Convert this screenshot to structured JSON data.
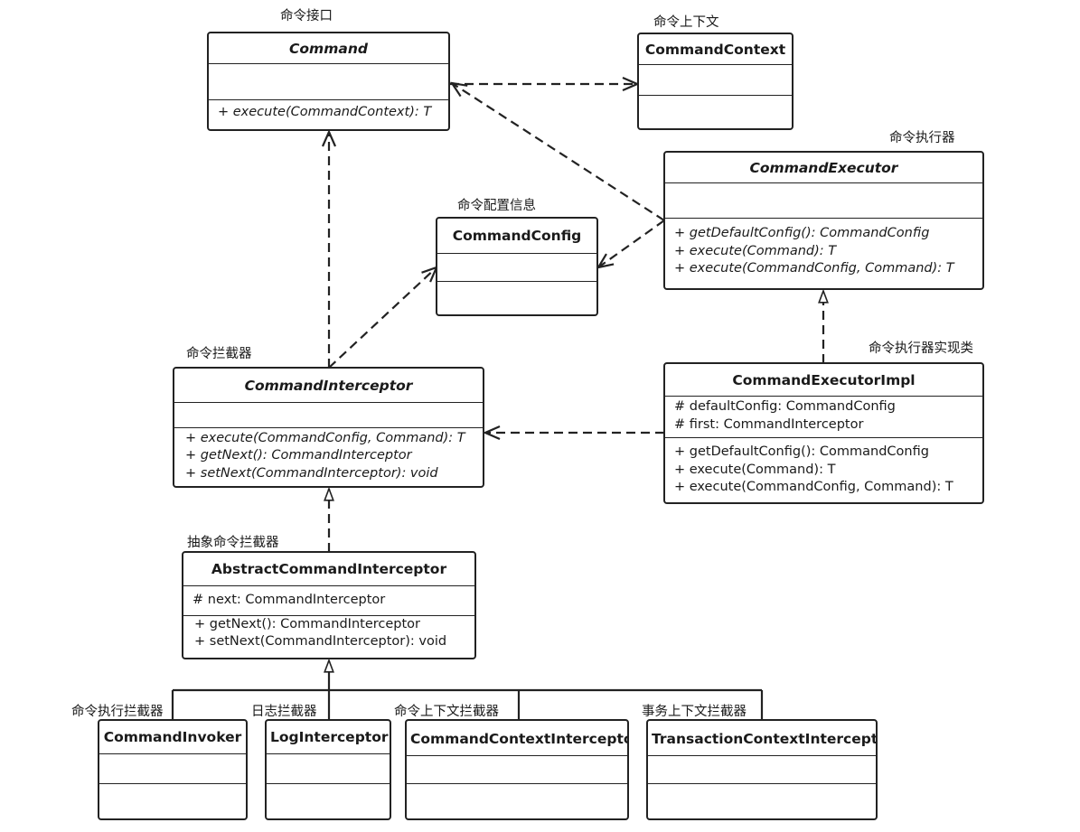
{
  "classes": {
    "command": {
      "name": "Command",
      "annotation": "命令接口",
      "attributes": [],
      "operations": [
        "+ execute(CommandContext): T"
      ]
    },
    "command_context": {
      "name": "CommandContext",
      "annotation": "命令上下文",
      "attributes": [],
      "operations": []
    },
    "command_executor": {
      "name": "CommandExecutor",
      "annotation": "命令执行器",
      "attributes": [],
      "operations": [
        "+ getDefaultConfig(): CommandConfig",
        "+ execute(Command): T",
        "+ execute(CommandConfig, Command): T"
      ]
    },
    "command_config": {
      "name": "CommandConfig",
      "annotation": "命令配置信息",
      "attributes": [],
      "operations": []
    },
    "command_interceptor": {
      "name": "CommandInterceptor",
      "annotation": "命令拦截器",
      "attributes": [],
      "operations": [
        "+ execute(CommandConfig, Command): T",
        "+ getNext(): CommandInterceptor",
        "+ setNext(CommandInterceptor): void"
      ]
    },
    "command_executor_impl": {
      "name": "CommandExecutorImpl",
      "annotation": "命令执行器实现类",
      "attributes": [
        "# defaultConfig: CommandConfig",
        "# first: CommandInterceptor"
      ],
      "operations": [
        "+ getDefaultConfig(): CommandConfig",
        "+ execute(Command): T",
        "+ execute(CommandConfig, Command): T"
      ]
    },
    "abstract_command_interceptor": {
      "name": "AbstractCommandInterceptor",
      "annotation": "抽象命令拦截器",
      "attributes": [
        "# next: CommandInterceptor"
      ],
      "operations": [
        "+ getNext(): CommandInterceptor",
        "+ setNext(CommandInterceptor): void"
      ]
    },
    "command_invoker": {
      "name": "CommandInvoker",
      "annotation": "命令执行拦截器",
      "attributes": [],
      "operations": []
    },
    "log_interceptor": {
      "name": "LogInterceptor",
      "annotation": "日志拦截器",
      "attributes": [],
      "operations": []
    },
    "command_context_interceptor": {
      "name": "CommandContextInterceptor",
      "annotation": "命令上下文拦截器",
      "attributes": [],
      "operations": []
    },
    "transaction_context_interceptor": {
      "name": "TransactionContextInterceptor",
      "annotation": "事务上下文拦截器",
      "attributes": [],
      "operations": []
    }
  },
  "colors": {
    "line": "#222222",
    "background": "#ffffff"
  }
}
